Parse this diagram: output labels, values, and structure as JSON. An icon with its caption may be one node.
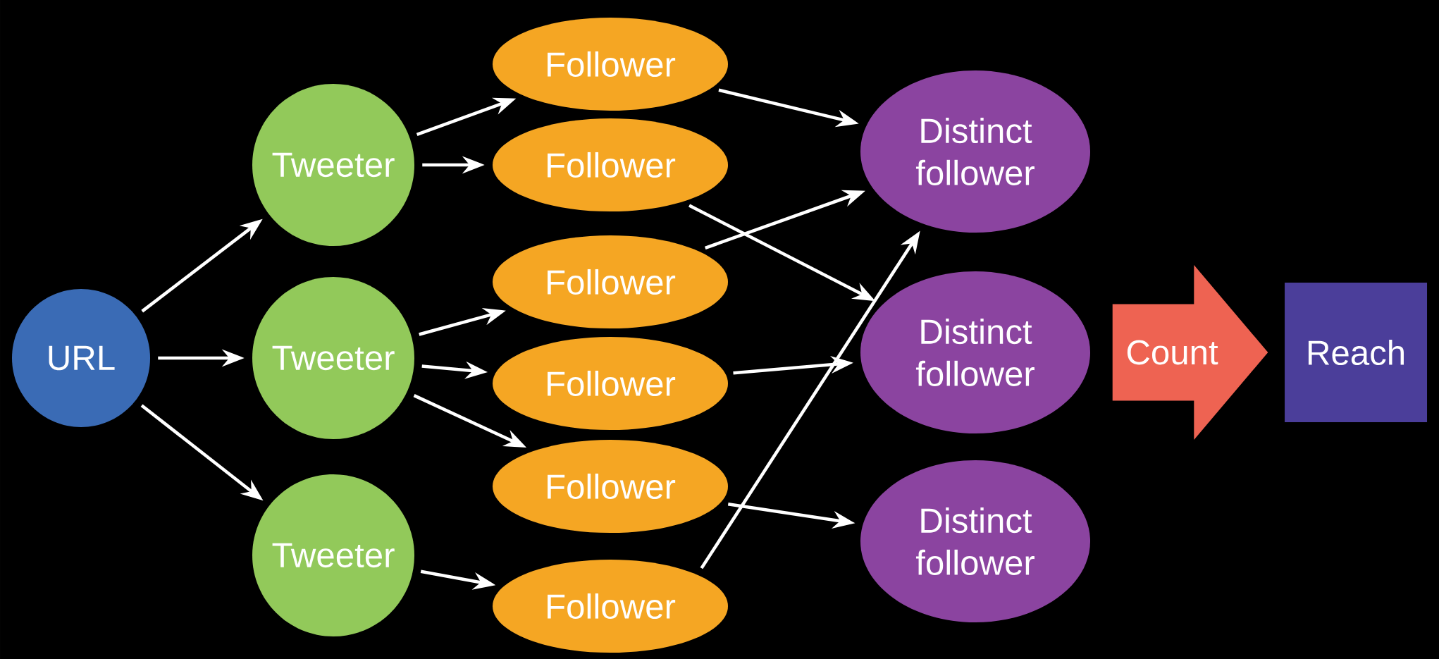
{
  "diagram": {
    "nodes": [
      {
        "text": [
          "URL"
        ]
      },
      {
        "text": [
          "Tweeter"
        ]
      },
      {
        "text": [
          "Tweeter"
        ]
      },
      {
        "text": [
          "Tweeter"
        ]
      },
      {
        "text": [
          "Follower"
        ]
      },
      {
        "text": [
          "Follower"
        ]
      },
      {
        "text": [
          "Follower"
        ]
      },
      {
        "text": [
          "Follower"
        ]
      },
      {
        "text": [
          "Follower"
        ]
      },
      {
        "text": [
          "Follower"
        ]
      },
      {
        "text": [
          "Distinct follower"
        ]
      },
      {
        "text": [
          "Distinct follower"
        ]
      },
      {
        "text": [
          "Distinct follower"
        ]
      },
      {
        "text": [
          "Reach"
        ]
      }
    ],
    "edges": [
      {
        "from": 0,
        "to": 1,
        "arrow": "to"
      },
      {
        "from": 0,
        "to": 2,
        "arrow": "to"
      },
      {
        "from": 0,
        "to": 3,
        "arrow": "to"
      },
      {
        "from": 1,
        "to": 4,
        "arrow": "to"
      },
      {
        "from": 1,
        "to": 5,
        "arrow": "to"
      },
      {
        "from": 2,
        "to": 6,
        "arrow": "to"
      },
      {
        "from": 2,
        "to": 7,
        "arrow": "to"
      },
      {
        "from": 2,
        "to": 8,
        "arrow": "to"
      },
      {
        "from": 3,
        "to": 9,
        "arrow": "to"
      },
      {
        "from": 4,
        "to": 10,
        "arrow": "to"
      },
      {
        "from": 5,
        "to": 11,
        "arrow": "to"
      },
      {
        "from": 6,
        "to": 10,
        "arrow": "to"
      },
      {
        "from": 7,
        "to": 11,
        "arrow": "to"
      },
      {
        "from": 8,
        "to": 12,
        "arrow": "to"
      },
      {
        "from": 9,
        "to": 10,
        "arrow": "to"
      },
      {
        "from": 11,
        "to": 13,
        "arrow": "to",
        "label": "Count",
        "style": "thick",
        "color": "#ee6352"
      }
    ]
  }
}
